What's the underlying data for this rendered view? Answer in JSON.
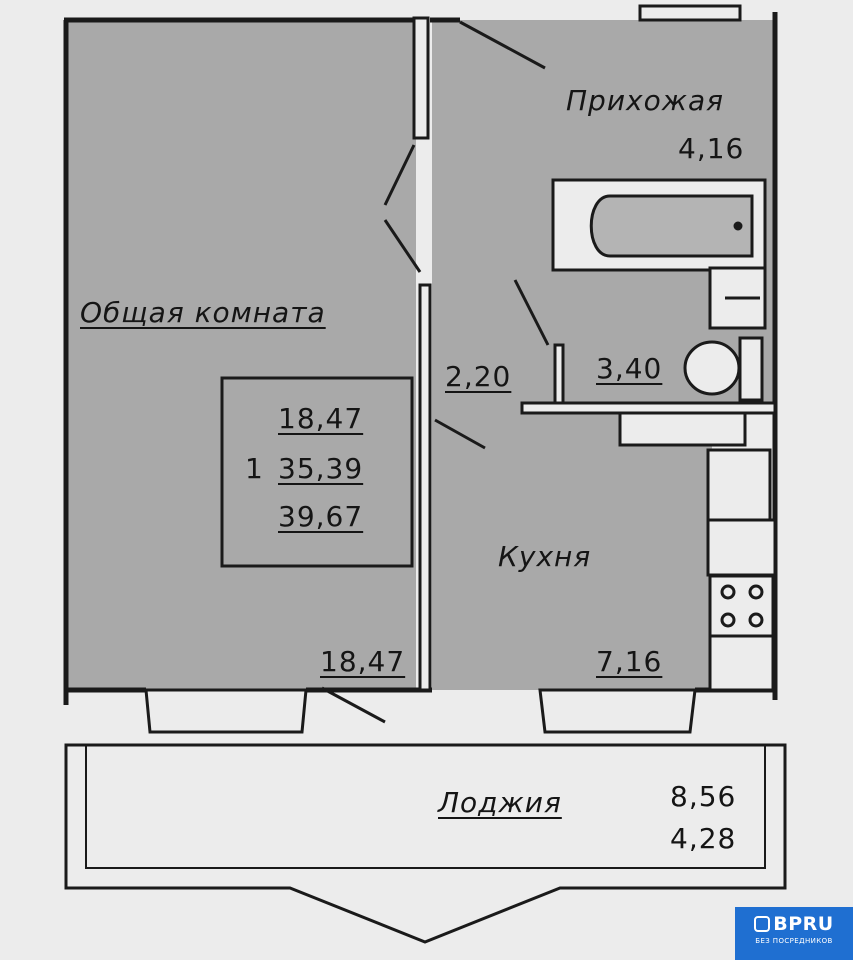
{
  "rooms": {
    "hall": {
      "name": "Прихожая",
      "area": "4,16"
    },
    "living": {
      "name": "Общая комната",
      "area": "18,47"
    },
    "kitchen": {
      "name": "Кухня",
      "area": "7,16"
    },
    "bathroom": {
      "area": "3,40"
    },
    "corridor": {
      "area": "2,20"
    },
    "loggia": {
      "name": "Лоджия",
      "area_full": "8,56",
      "area_half": "4,28"
    }
  },
  "summary": {
    "living_area": "18,47",
    "usable_area": "35,39",
    "total_area": "39,67",
    "usable_prefix": "1"
  },
  "badge": {
    "logo": "BPRU",
    "tagline": "БЕЗ ПОСРЕДНИКОВ"
  },
  "colors": {
    "room_fill": "#a9a9a9",
    "wall": "#1a1a1a",
    "paper": "#ececec",
    "badge": "#1f6fd1"
  }
}
